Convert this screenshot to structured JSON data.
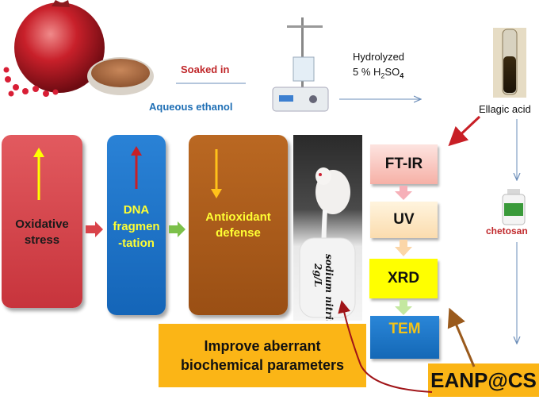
{
  "process": {
    "soaked_label": "Soaked in",
    "solvent_label": "Aqueous ethanol",
    "hydrolyzed_line1": "Hydrolyzed",
    "hydrolyzed_line2_prefix": "5 % H",
    "hydrolyzed_sub1": "2",
    "hydrolyzed_mid": "SO",
    "hydrolyzed_sub2": "4",
    "product_label": "Ellagic acid",
    "coating_label": "chetosan"
  },
  "effects": {
    "oxidative_line1": "Oxidative",
    "oxidative_line2": "stress",
    "dna_line1": "DNA",
    "dna_line2": "fragmen",
    "dna_line3": "-tation",
    "antiox_line1": "Antioxidant",
    "antiox_line2": "defense"
  },
  "photo_label": {
    "line1": "sodium nitrite",
    "line2": "2g/L"
  },
  "characterization": {
    "ftir": "FT-IR",
    "uv": "UV",
    "xrd": "XRD",
    "tem": "TEM"
  },
  "result": {
    "line1": "Improve aberrant",
    "line2": "biochemical parameters"
  },
  "nanoparticle_label": "EANP@CS",
  "colors": {
    "red_box": "#d9434a",
    "blue_box": "#1a70c8",
    "brown_box": "#b05d1c",
    "yellow_banner": "#fbb516",
    "tem_blue": "#1577c6",
    "xrd_yellow": "#ffff00",
    "label_red": "#c0282b",
    "label_blue": "#1f6fb5"
  }
}
